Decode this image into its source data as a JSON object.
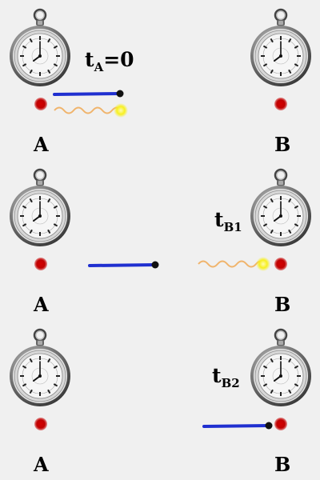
{
  "labels": {
    "a": "A",
    "b": "B",
    "t_prefix": "t",
    "sub_a": "A",
    "eq_zero": "=0",
    "sub_b1": "B1",
    "sub_b2": "B2"
  },
  "colors": {
    "background": "#f0f0f0",
    "rod": "#1f2fd0",
    "rod_end": "#111111",
    "photon_wave": "#f0a040",
    "photon_head": "#f7f020",
    "source_dot": "#c80000",
    "watch_face": "#f4f4f4",
    "watch_case": "#555555"
  },
  "icons": {
    "clock": "pocket-watch-icon",
    "emitter": "red-dot",
    "photon": "light-pulse-icon",
    "signal": "blue-rod"
  }
}
